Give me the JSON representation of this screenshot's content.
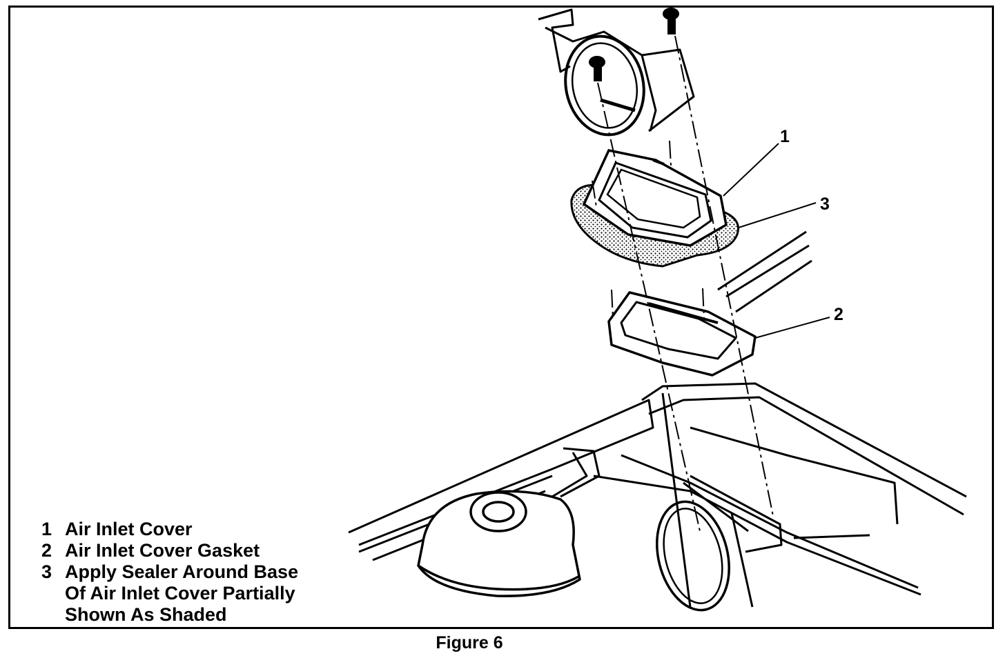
{
  "figure": {
    "caption": "Figure 6"
  },
  "callouts": [
    {
      "id": "1",
      "label": "1"
    },
    {
      "id": "2",
      "label": "2"
    },
    {
      "id": "3",
      "label": "3"
    }
  ],
  "legend": {
    "items": [
      {
        "number": "1",
        "text": "Air Inlet Cover"
      },
      {
        "number": "2",
        "text": "Air Inlet Cover Gasket"
      },
      {
        "number": "3",
        "text": "Apply Sealer Around Base\nOf Air Inlet Cover Partially\nShown As Shaded"
      }
    ]
  }
}
